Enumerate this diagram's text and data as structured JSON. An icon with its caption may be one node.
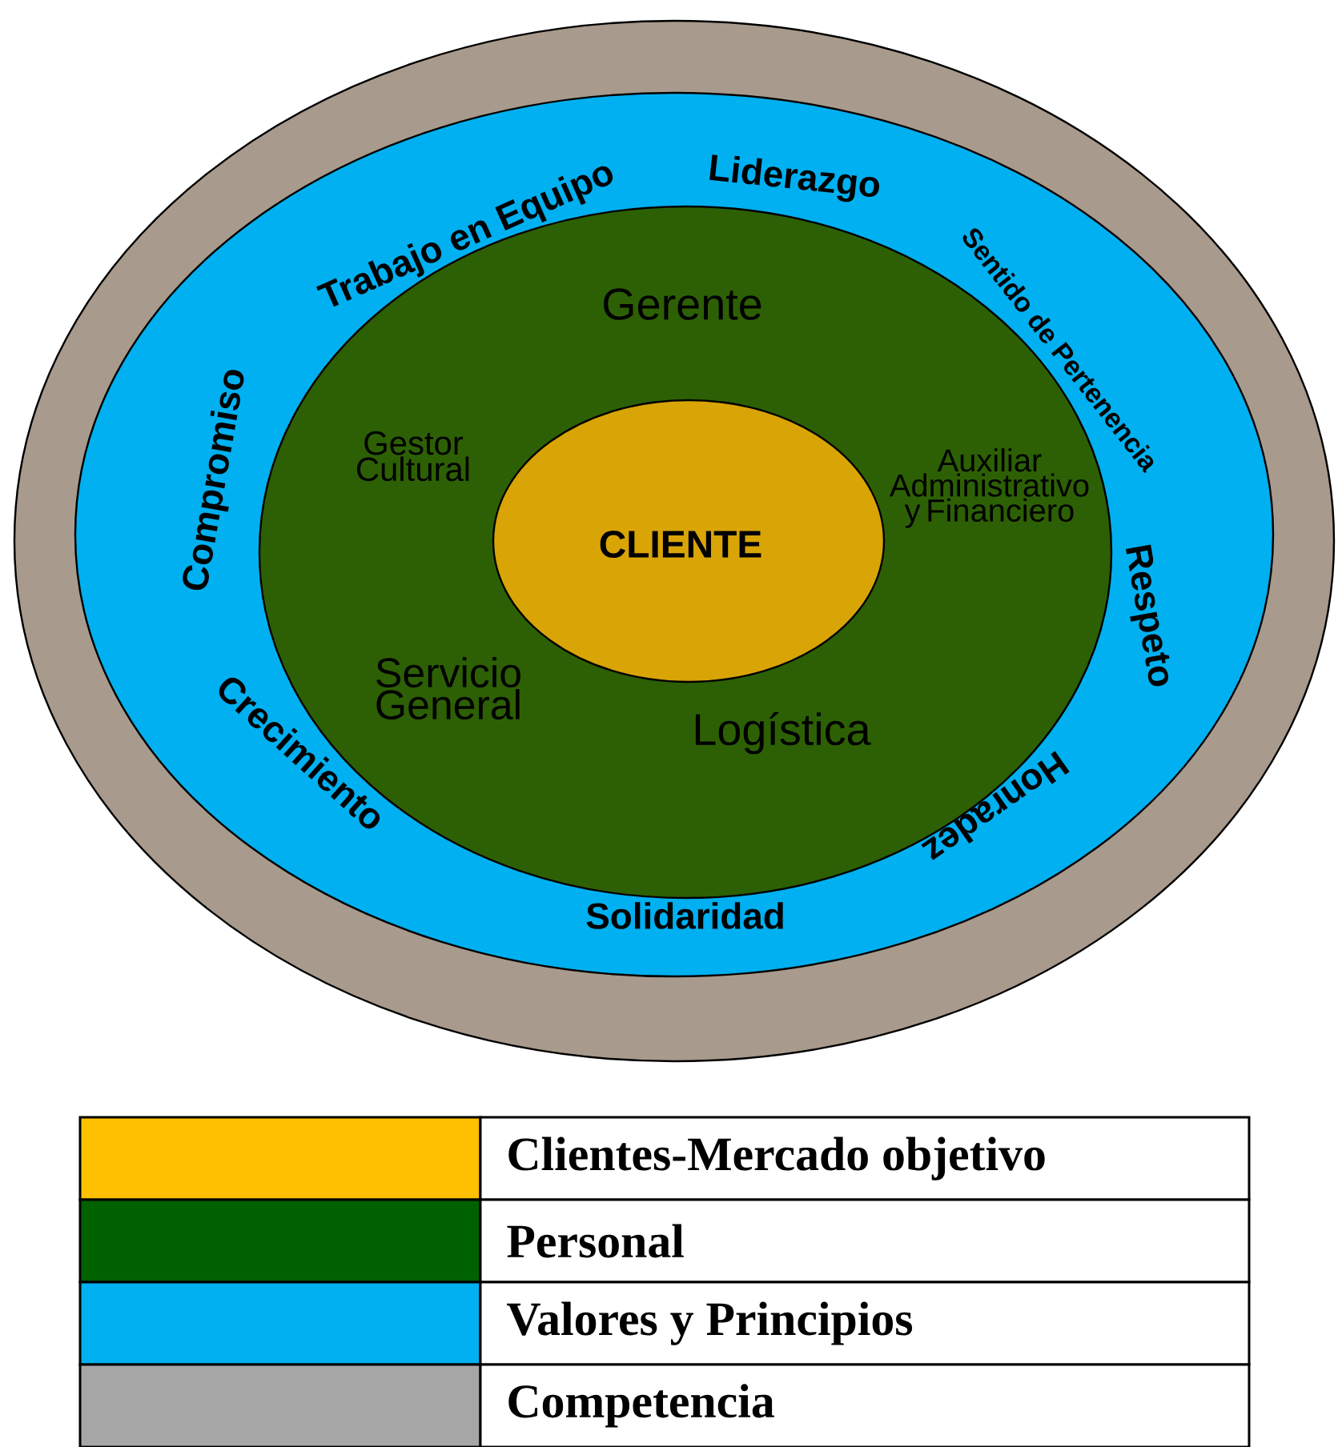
{
  "diagram": {
    "nodes": [
      {
        "text": [],
        "shape": "circle"
      },
      {
        "text": [
          "Trabajo en Equipo",
          "Liderazgo",
          "Sentido de Pertenencia",
          "Respeto",
          "Honradez",
          "Solidaridad",
          "Crecimiento",
          "Compromiso"
        ],
        "in": 0
      },
      {
        "text": [
          "Gerente",
          "Gestor Cultural",
          "Auxiliar Administrativo y Financiero",
          "Servicio General",
          "Logística"
        ],
        "in": 1
      },
      {
        "text": [
          "CLIENTE"
        ],
        "in": 2
      }
    ],
    "legend": [
      {
        "text": "Clientes-Mercado objetivo",
        "color": "#ffc000"
      },
      {
        "text": "Personal",
        "color": "#006100"
      },
      {
        "text": "Valores y Principios",
        "color": "#00b0f0"
      },
      {
        "text": "Competencia",
        "color": "#a6a6a6"
      }
    ]
  }
}
